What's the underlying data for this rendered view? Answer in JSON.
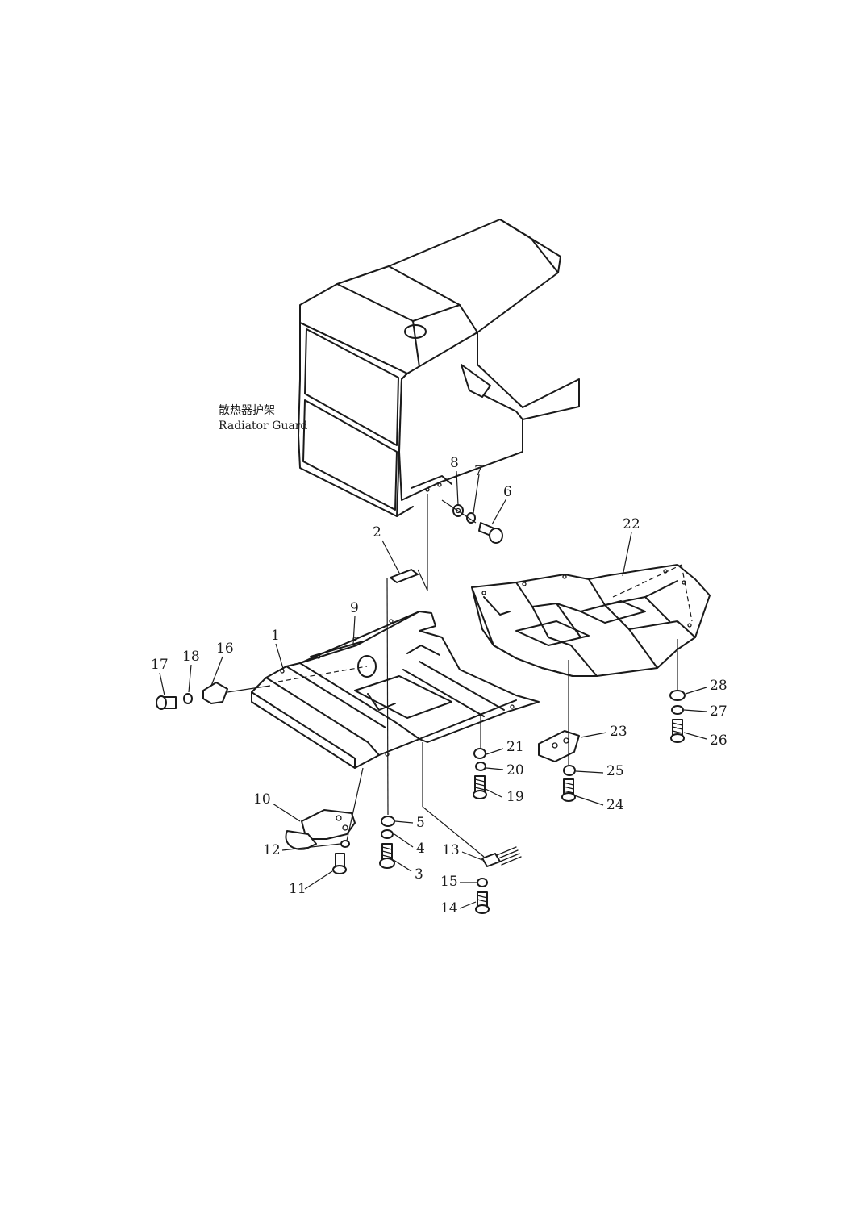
{
  "assembly_label": {
    "name_cn": "散热器护架",
    "name_en": "Radiator Guard"
  },
  "parts": [
    {
      "id": "p1",
      "number": "1"
    },
    {
      "id": "p2",
      "number": "2"
    },
    {
      "id": "p3",
      "number": "3"
    },
    {
      "id": "p4",
      "number": "4"
    },
    {
      "id": "p5",
      "number": "5"
    },
    {
      "id": "p6",
      "number": "6"
    },
    {
      "id": "p7",
      "number": "7"
    },
    {
      "id": "p8",
      "number": "8"
    },
    {
      "id": "p9",
      "number": "9"
    },
    {
      "id": "p10",
      "number": "10"
    },
    {
      "id": "p11",
      "number": "11"
    },
    {
      "id": "p12",
      "number": "12"
    },
    {
      "id": "p13",
      "number": "13"
    },
    {
      "id": "p14",
      "number": "14"
    },
    {
      "id": "p15",
      "number": "15"
    },
    {
      "id": "p16",
      "number": "16"
    },
    {
      "id": "p17",
      "number": "17"
    },
    {
      "id": "p18",
      "number": "18"
    },
    {
      "id": "p19",
      "number": "19"
    },
    {
      "id": "p20",
      "number": "20"
    },
    {
      "id": "p21",
      "number": "21"
    },
    {
      "id": "p22",
      "number": "22"
    },
    {
      "id": "p23",
      "number": "23"
    },
    {
      "id": "p24",
      "number": "24"
    },
    {
      "id": "p25",
      "number": "25"
    },
    {
      "id": "p26",
      "number": "26"
    },
    {
      "id": "p27",
      "number": "27"
    },
    {
      "id": "p28",
      "number": "28"
    }
  ]
}
